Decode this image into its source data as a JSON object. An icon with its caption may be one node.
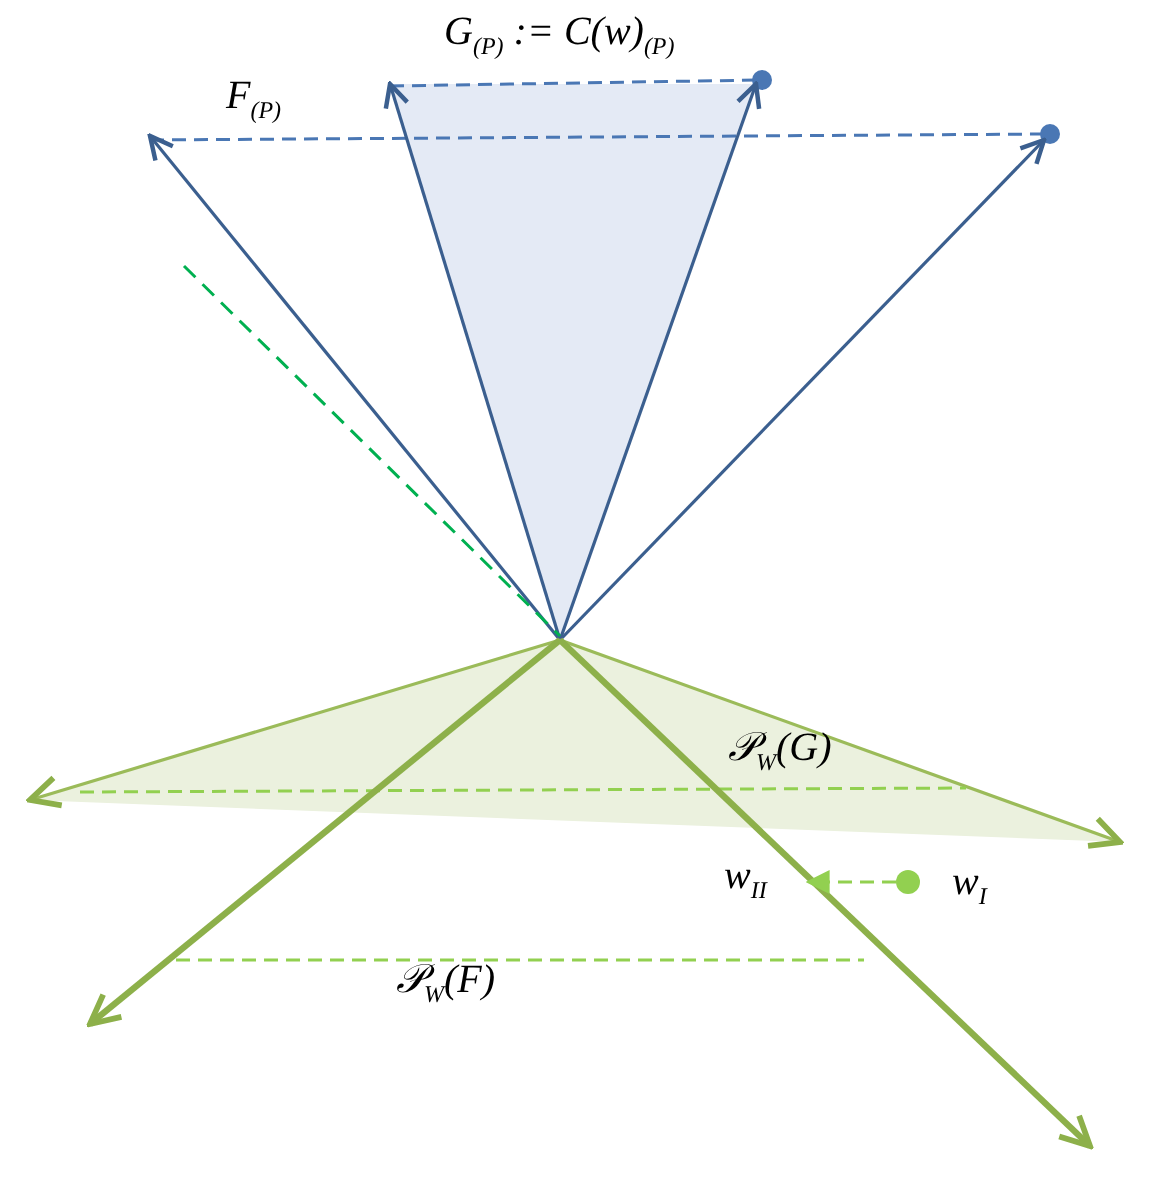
{
  "diagram": {
    "nodes": [
      {
        "text": [
          "w$_{II}$"
        ]
      },
      {
        "text": [],
        "shape": "circle",
        "beside": [
          "w$_{I}$"
        ]
      }
    ],
    "edges": [
      {
        "from": 1,
        "to": 0,
        "arrow": "to",
        "style": "dashed",
        "color": "#92d050"
      }
    ],
    "labels": [
      "G$_{(P)}$ := C(w)$_{(P)}$",
      "F$_{(P)}$",
      "𝒫$_{W}$(G)",
      "𝒫$_{W}$(F)"
    ]
  }
}
